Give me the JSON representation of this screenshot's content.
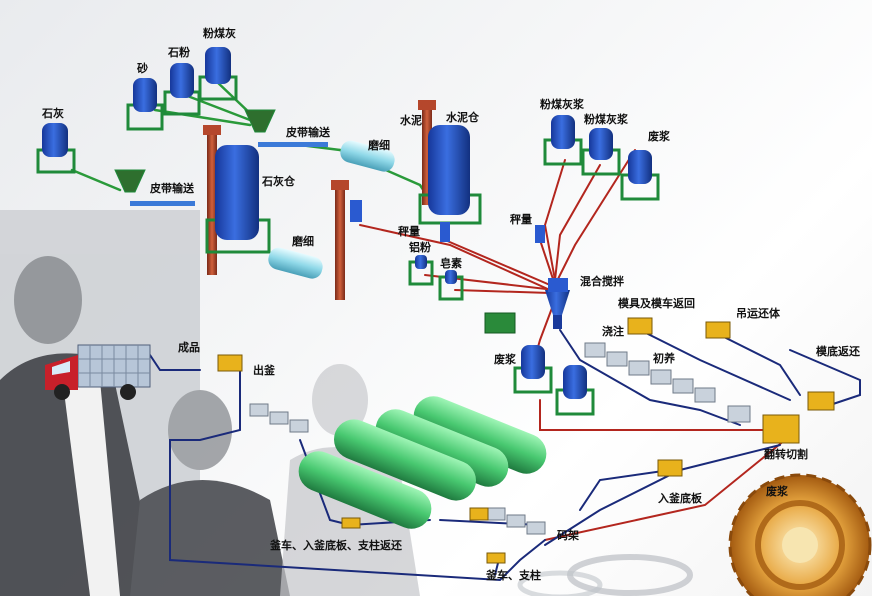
{
  "labels": {
    "lime": "石灰",
    "sand": "砂",
    "stone_powder": "石粉",
    "fly_ash": "粉煤灰",
    "belt_conveyor_1": "皮带输送",
    "belt_conveyor_2": "皮带输送",
    "lime_silo": "石灰仓",
    "mill_1": "磨细",
    "mill_2": "磨细",
    "cement": "水泥",
    "cement_silo": "水泥仓",
    "weighing_1": "秤量",
    "weighing_2": "秤量",
    "aluminum_powder": "铝粉",
    "soap": "皂素",
    "fly_ash_slurry_1": "粉煤灰浆",
    "fly_ash_slurry_2": "粉煤灰浆",
    "waste_slurry_1": "废浆",
    "waste_slurry_2": "废浆",
    "waste_slurry_3": "废浆",
    "mixing": "混合搅拌",
    "mold_cart_return": "模具及模车返回",
    "pouring": "浇注",
    "initial_curing": "初养",
    "lift_blank": "吊运还体",
    "cross_bottom_return": "模底返还",
    "flip_cutting": "翻转切割",
    "into_kettle_bottom": "入釜底板",
    "stacking_rack": "码架",
    "kettle_cart_column": "釜车、支柱",
    "kettle_return": "釜车、入釜底板、支柱返还",
    "out_kettle": "出釜",
    "finished_product": "成品"
  },
  "colors": {
    "silo_blue": "#1f4fb8",
    "frame_green": "#1f8a3a",
    "elevator_brown": "#b5472c",
    "pipe_red": "#b3261e",
    "line_navy": "#1a2a7a",
    "line_green": "#2a9a3a",
    "autoclave_green": "#5fe08a",
    "cart_yellow": "#e8b21c"
  }
}
